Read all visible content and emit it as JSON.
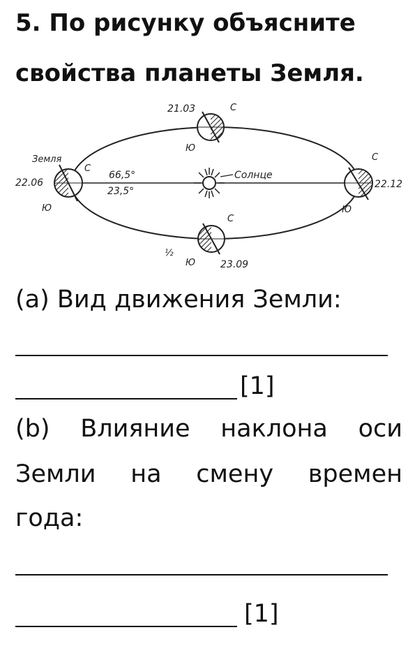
{
  "question": {
    "title_line1": "5. По рисунку объясните",
    "title_line2": "свойства планеты Земля."
  },
  "diagram": {
    "earth_label": "Земля",
    "sun_label": "Солнце",
    "angle_top": "66,5°",
    "angle_bottom": "23,5°",
    "dates": {
      "left": "22.06",
      "top": "21.03",
      "right": "22.12",
      "bottom": "23.09"
    },
    "north_label": "С",
    "south_label": "Ю",
    "fraction_label": "½"
  },
  "part_a": {
    "text": "(a) Вид движения Земли:",
    "mark": "[1]"
  },
  "part_b": {
    "words_line1": [
      "(b)",
      "Влияние",
      "наклона",
      "оси"
    ],
    "words_line2": [
      "Земли",
      "на",
      "смену",
      "времен"
    ],
    "line3": "года:",
    "mark": "[1]"
  }
}
